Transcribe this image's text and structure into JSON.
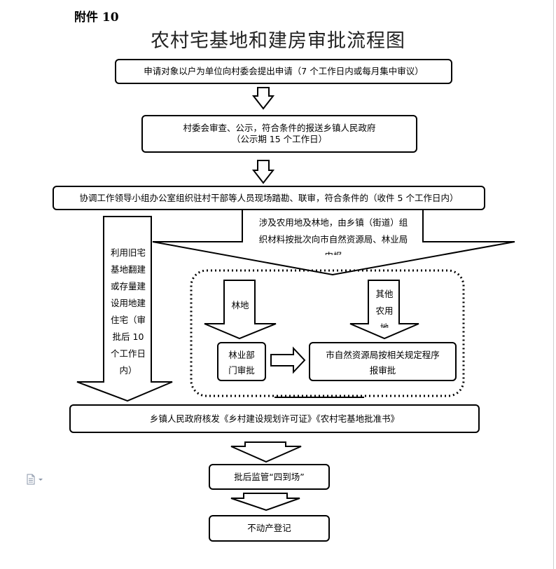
{
  "annex_label": "附件 10",
  "title": "农村宅基地和建房审批流程图",
  "steps": {
    "apply": "申请对象以户为单位向村委会提出申请（7 个工作日内或每月集中审议）",
    "village_review_1": "村委会审查、公示，符合条件的报送乡镇人民政府",
    "village_review_2": "（公示期 15 个工作日）",
    "coordinate": "协调工作领导小组办公室组织驻村干部等人员现场踏勘、联审，符合条件的（收件 5 个工作日内）",
    "left_branch": [
      "利用旧宅",
      "基地翻建",
      "或存量建",
      "设用地建",
      "住宅（审",
      "批后 10",
      "个工作日",
      "内）"
    ],
    "right_branch": [
      "涉及农用地及林地，由乡镇（街道）组",
      "织材料按批次向市自然资源局、林业局",
      "申报"
    ],
    "forest_arrow": "林地",
    "other_arrow": [
      "其他",
      "农用",
      "地"
    ],
    "forest_dept": [
      "林业部",
      "门审批"
    ],
    "resource_bureau": [
      "市自然资源局按相关规定程序",
      "报审批"
    ],
    "township_issue": "乡镇人民政府核发《乡村建设规划许可证》《农村宅基地批准书》",
    "supervision": "批后监管“四到场”",
    "registration": "不动产登记"
  },
  "icons": {
    "document": "document-icon"
  }
}
